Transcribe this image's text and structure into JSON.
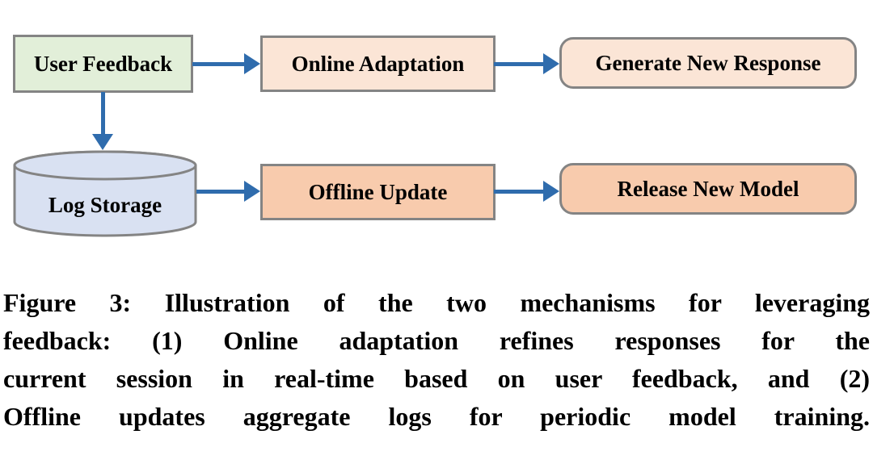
{
  "figure": {
    "nodes": {
      "user_feedback": {
        "label": "User Feedback",
        "fill": "#e2efd9",
        "shape": "rectangle"
      },
      "online_adaptation": {
        "label": "Online Adaptation",
        "fill": "#fbe5d6",
        "shape": "rectangle"
      },
      "generate_new_response": {
        "label": "Generate New Response",
        "fill": "#fbe5d6",
        "shape": "rounded-rectangle"
      },
      "log_storage": {
        "label": "Log Storage",
        "fill": "#d9e1f2",
        "shape": "cylinder"
      },
      "offline_update": {
        "label": "Offline Update",
        "fill": "#f8cbad",
        "shape": "rectangle"
      },
      "release_new_model": {
        "label": "Release New Model",
        "fill": "#f8cbad",
        "shape": "rounded-rectangle"
      }
    },
    "edges": [
      {
        "from": "user_feedback",
        "to": "online_adaptation"
      },
      {
        "from": "online_adaptation",
        "to": "generate_new_response"
      },
      {
        "from": "user_feedback",
        "to": "log_storage"
      },
      {
        "from": "log_storage",
        "to": "offline_update"
      },
      {
        "from": "offline_update",
        "to": "release_new_model"
      }
    ],
    "colors": {
      "arrow": "#2f6cad",
      "node_border": "#848484",
      "text": "#000000",
      "background": "#ffffff"
    }
  },
  "caption": {
    "lines": [
      "Figure 3: Illustration of the two mechanisms for leveraging",
      "feedback: (1) Online adaptation refines responses for the",
      "current session in real-time based on user feedback, and (2)",
      "Offline updates aggregate logs for periodic model training."
    ],
    "full_text": "Figure 3: Illustration of the two mechanisms for leveraging feedback: (1) Online adaptation refines responses for the current session in real-time based on user feedback, and (2) Offline updates aggregate logs for periodic model training."
  }
}
